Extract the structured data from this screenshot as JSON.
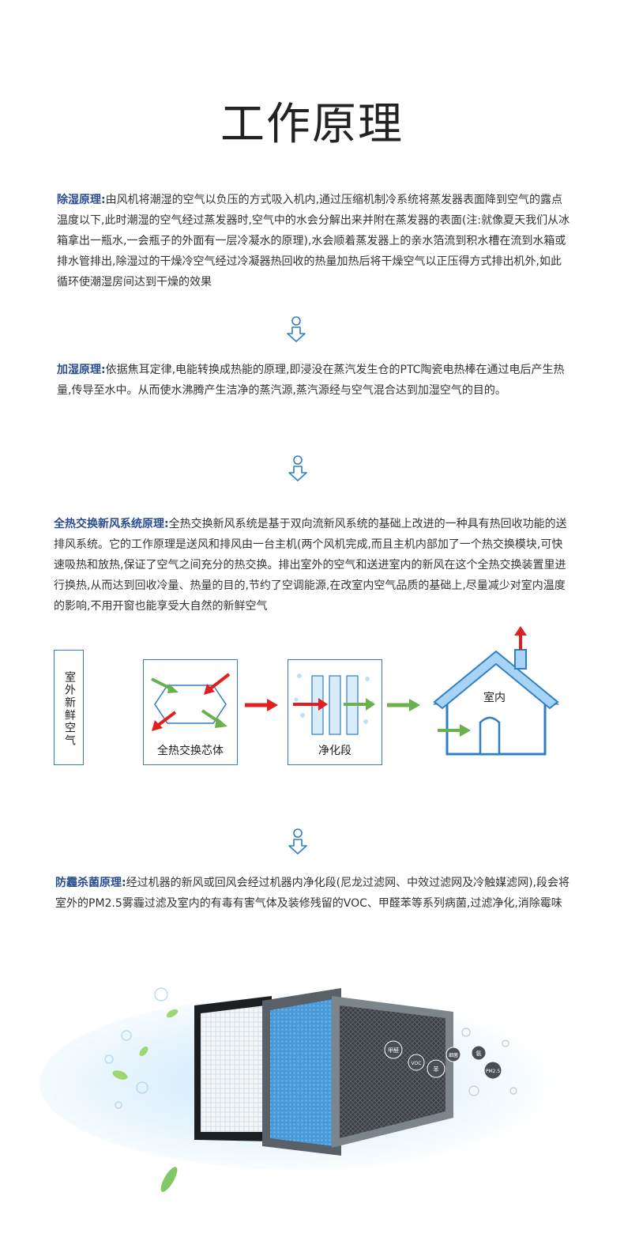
{
  "title": "工作原理",
  "sections": [
    {
      "label": "除湿原理:",
      "text": "由风机将潮湿的空气以负压的方式吸入机内,通过压缩机制冷系统将蒸发器表面降到空气的露点温度以下,此时潮湿的空气经过蒸发器时,空气中的水会分解出来并附在蒸发器的表面(注:就像夏天我们从冰箱拿出一瓶水,一会瓶子的外面有一层冷凝水的原理),水会顺着蒸发器上的亲水箔流到积水槽在流到水箱或排水管排出,除湿过的干燥冷空气经过冷凝器热回收的热量加热后将干燥空气以正压得方式排出机外,如此循环使潮湿房间达到干燥的效果"
    },
    {
      "label": "加湿原理:",
      "text": "依据焦耳定律,电能转换成热能的原理,即浸没在蒸汽发生仓的PTC陶瓷电热棒在通过电后产生热量,传导至水中。从而使水沸腾产生洁净的蒸汽源,蒸汽源经与空气混合达到加湿空气的目的。"
    },
    {
      "label": "全热交换新风系统原理:",
      "text": "全热交换新风系统是基于双向流新风系统的基础上改进的一种具有热回收功能的送排风系统。它的工作原理是送风和排风由一台主机(两个风机完成,而且主机内部加了一个热交换模块,可快速吸热和放热,保证了空气之间充分的热交换。排出室外的空气和送进室内的新风在这个全热交换装置里进行换热,从而达到回收冷量、热量的目的,节约了空调能源,在改室内空气品质的基础上,尽量减少对室内温度的影响,不用开窗也能享受大自然的新鲜空气"
    },
    {
      "label": "防霾杀菌原理:",
      "text": "经过机器的新风或回风会经过机器内净化段(尼龙过滤网、中效过滤网及冷触媒滤网),段会将室外的PM2.5雾霾过滤及室内的有毒有害气体及装修残留的VOC、甲醛苯等系列病菌,过滤净化,消除霉味"
    }
  ],
  "diagram": {
    "outdoor_label": "室外新鲜空气",
    "core_label": "全热交换芯体",
    "purify_label": "净化段",
    "indoor_label": "室内"
  },
  "filter_badges": [
    "甲醛",
    "苯",
    "VOC",
    "氨",
    "PM2.5",
    "细菌"
  ],
  "colors": {
    "label_blue": "#2a4d8f",
    "box_border": "#2f7fc6",
    "arrow_green": "#6ab04c",
    "arrow_red": "#e02020"
  },
  "icons": [
    "person-down-arrow-icon"
  ]
}
